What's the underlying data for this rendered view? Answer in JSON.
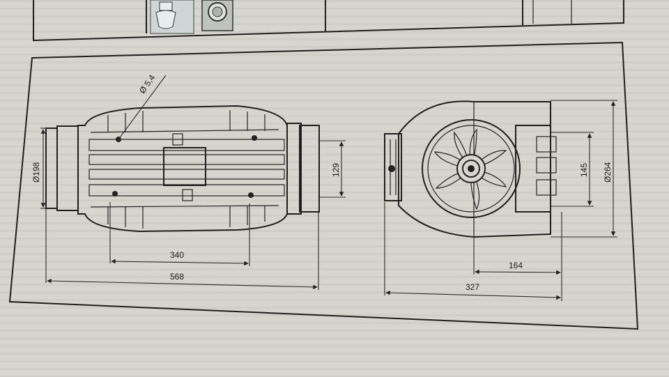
{
  "side_view": {
    "diameter_label": "Ø198",
    "hole_label": "Ø 5,4",
    "height_label": "129",
    "mount_spacing_label": "340",
    "length_label": "568"
  },
  "front_view": {
    "height_label": "145",
    "diameter_label": "Ø264",
    "offset_label": "164",
    "width_label": "327"
  },
  "colors": {
    "paper": "#dcdbd6",
    "ink": "#1e1e1e"
  }
}
